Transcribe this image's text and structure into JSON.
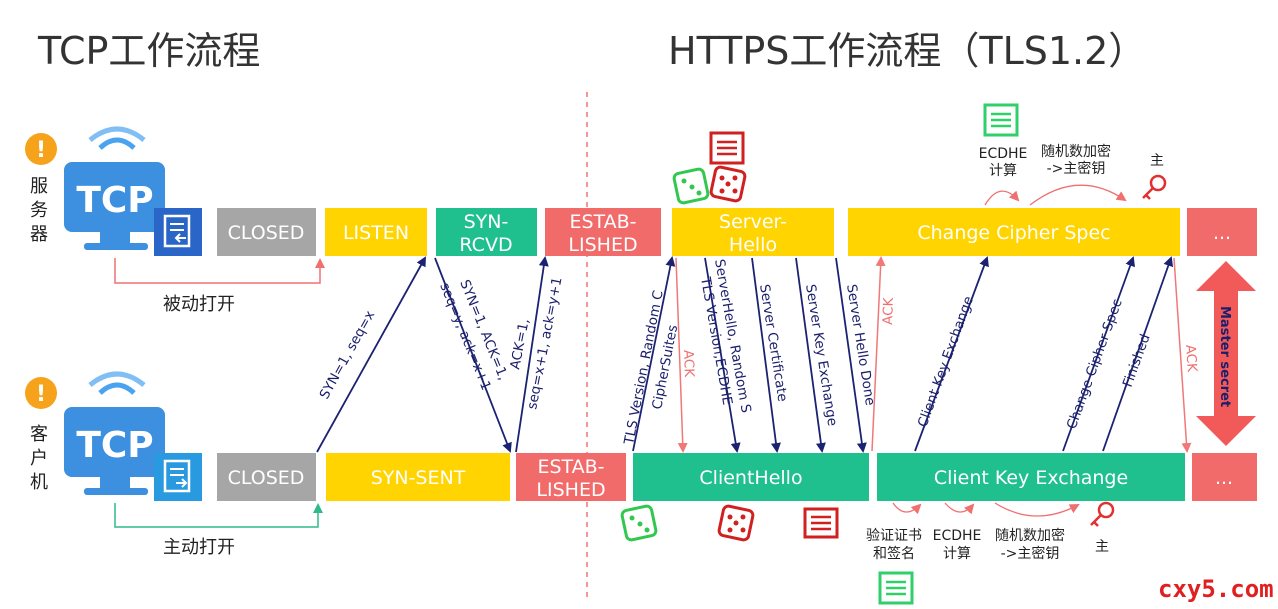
{
  "titles": {
    "left": "TCP工作流程",
    "right": "HTTPS工作流程（TLS1.2）"
  },
  "colors": {
    "gray": "#a6a6a6",
    "yellow": "#ffd400",
    "teal": "#1fc08e",
    "red": "#f26b6b",
    "navy": "#1b2272",
    "ack": "#f07878",
    "monitor": "#3d8fe0",
    "green_line": "#2fba8a"
  },
  "tcp": {
    "icon_text": "TCP",
    "server_label": [
      "服",
      "务",
      "器"
    ],
    "client_label": [
      "客",
      "户",
      "机"
    ],
    "server_states": [
      "CLOSED",
      "LISTEN",
      "SYN-",
      "RCVD",
      "ESTAB-",
      "LISHED"
    ],
    "client_states": [
      "CLOSED",
      "SYN-SENT",
      "ESTAB-",
      "LISHED"
    ],
    "passive_open": "被动打开",
    "active_open": "主动打开",
    "arrows": {
      "syn": "SYN=1, seq=x",
      "synack_1": "SYN=1, ACK=1,",
      "synack_2": "seq=y, ack=x+1",
      "ack_1": "ACK=1,",
      "ack_2": "seq=x+1, ack=y+1"
    }
  },
  "https": {
    "server_boxes": {
      "server_hello_1": "Server-",
      "server_hello_2": "Hello",
      "ccs": "Change Cipher Spec",
      "dots": "..."
    },
    "client_boxes": {
      "client_hello": "ClientHello",
      "cke": "Client Key Exchange",
      "dots": "..."
    },
    "arrows": {
      "c1_1": "TLS Version, Random C",
      "c1_2": "CipherSuites",
      "ack": "ACK",
      "s1_1": "ServerHello, Random S",
      "s1_2": "TLS Version,ECDHE",
      "s2": "Server Certificate",
      "s3": "Server Key Exchange",
      "s4": "Server Hello Done",
      "c2": "Client Key Exchange",
      "c3": "Change Cipher Spec",
      "c4": "Finished"
    },
    "notes": {
      "ecdhe_top_1": "ECDHE",
      "ecdhe_top_2": "计算",
      "rand_top_1": "随机数加密",
      "rand_top_2": "->主密钥",
      "master_top": "主",
      "verify_1": "验证证书",
      "verify_2": "和签名",
      "ecdhe_bot_1": "ECDHE",
      "ecdhe_bot_2": "计算",
      "rand_bot_1": "随机数加密",
      "rand_bot_2": "->主密钥",
      "master_bot": "主"
    },
    "master_secret": "Master secret"
  },
  "watermark": "cxy5.com"
}
